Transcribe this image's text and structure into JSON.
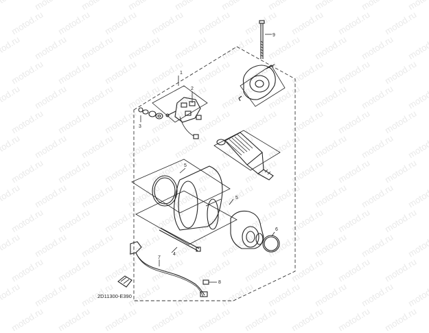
{
  "watermark": "motod.ru",
  "drawing_code": "2D11300-E390",
  "callouts": [
    "1",
    "2",
    "3",
    "4",
    "5",
    "6",
    "7",
    "8",
    "9"
  ]
}
